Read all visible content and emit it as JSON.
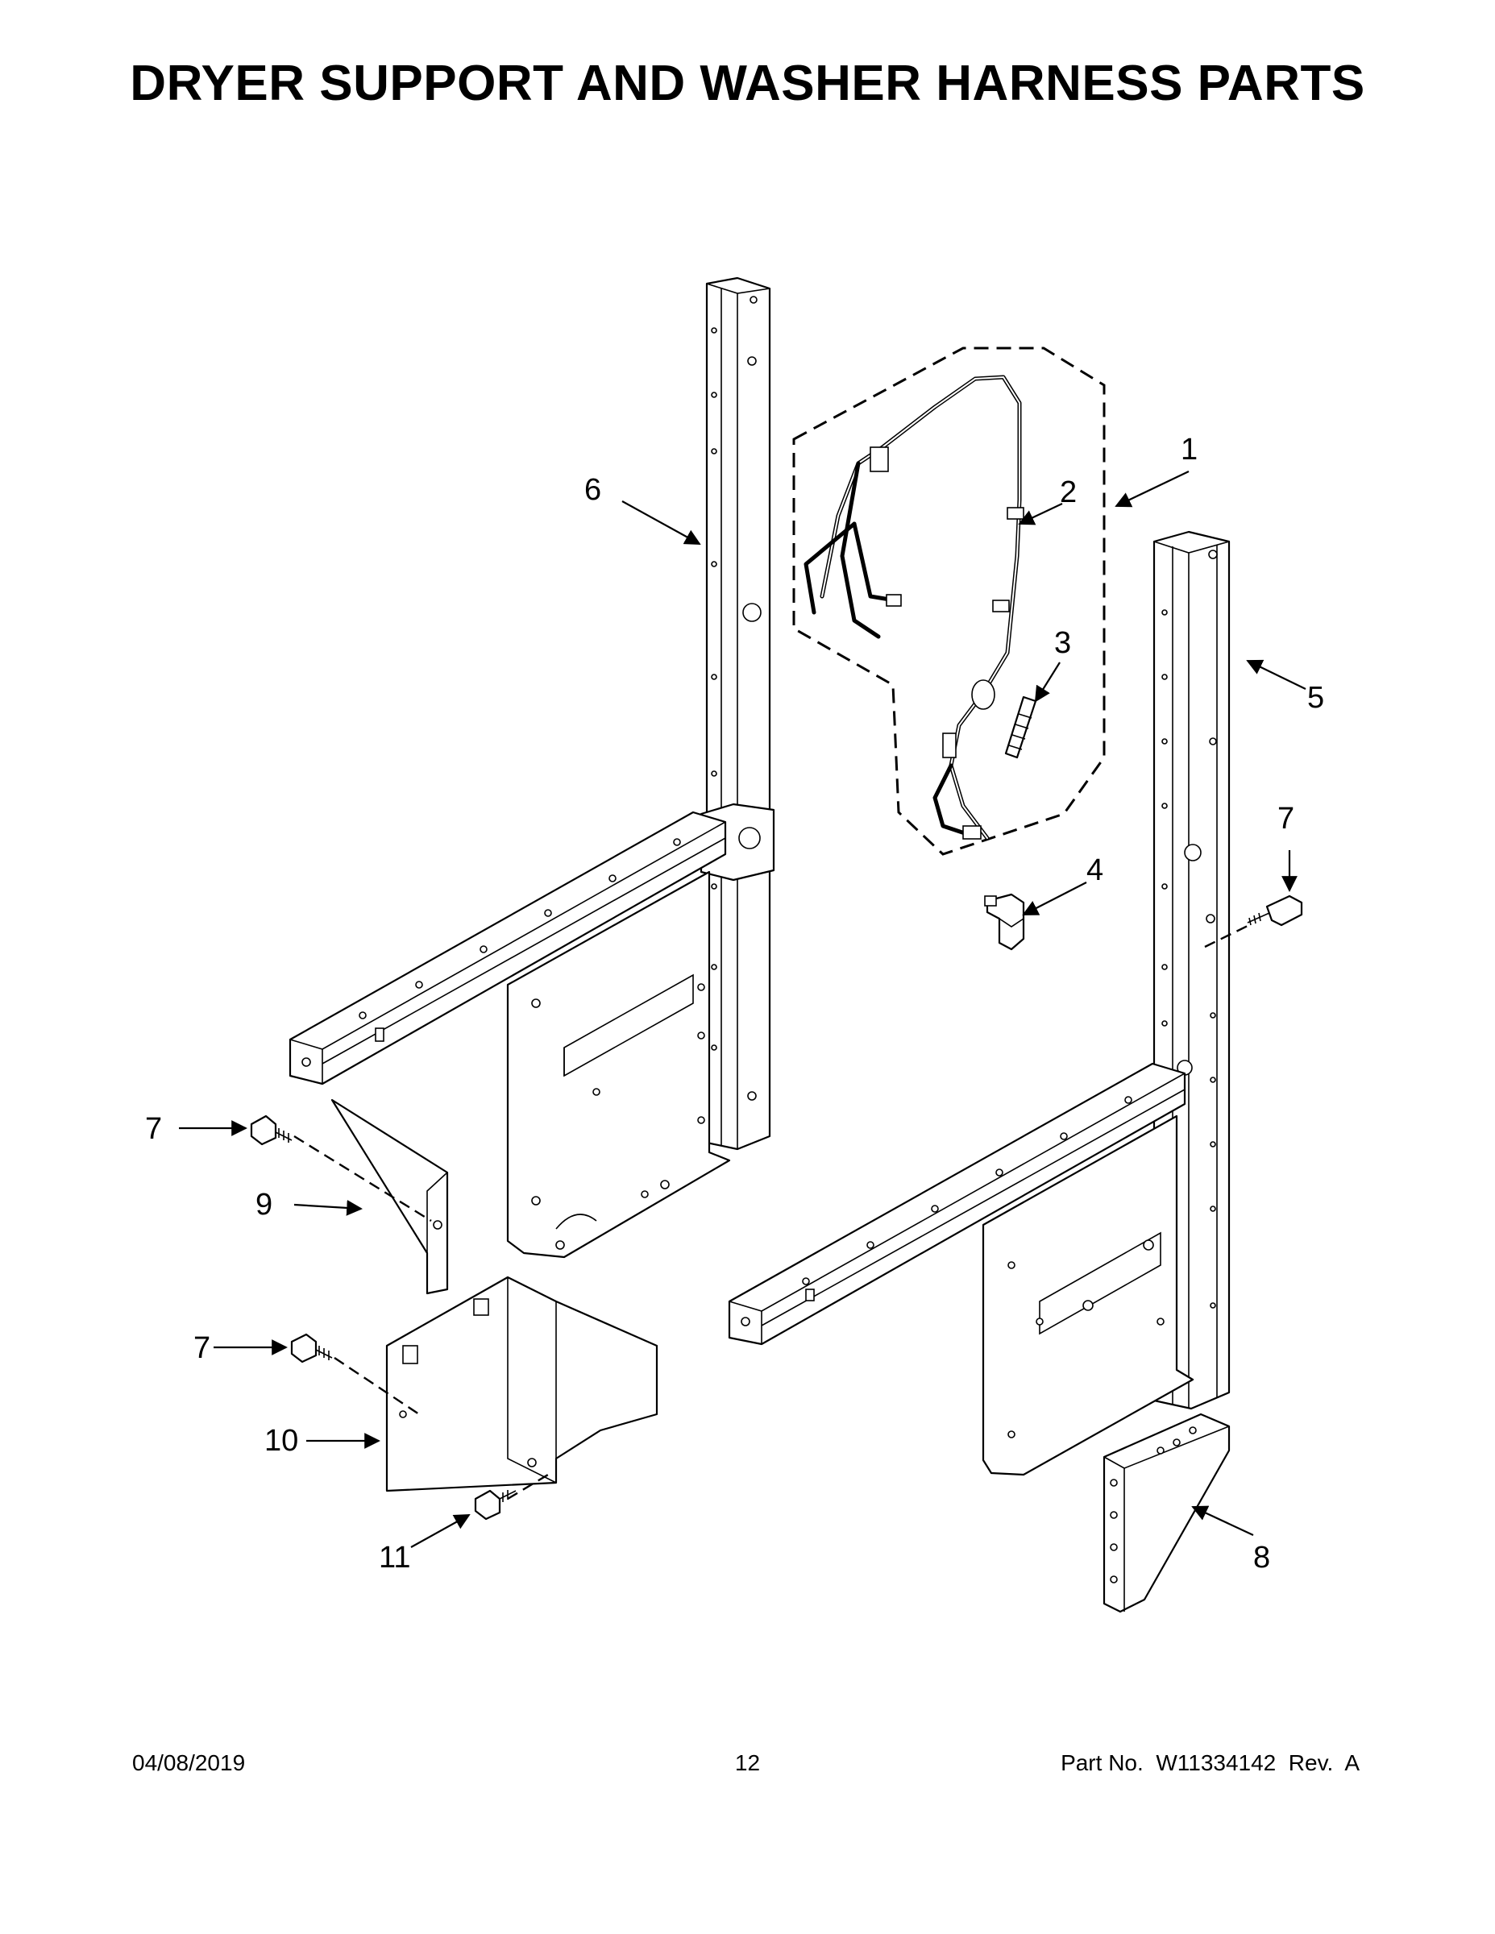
{
  "page": {
    "title": "DRYER SUPPORT AND WASHER HARNESS PARTS",
    "date": "04/08/2019",
    "page_number": "12",
    "part_number": "Part No.  W11334142  Rev.  A"
  },
  "callouts": {
    "c1": "1",
    "c2": "2",
    "c3": "3",
    "c4": "4",
    "c5": "5",
    "c6": "6",
    "c7_right": "7",
    "c7_left_top": "7",
    "c7_left_bottom": "7",
    "c8": "8",
    "c9": "9",
    "c10": "10",
    "c11": "11"
  }
}
